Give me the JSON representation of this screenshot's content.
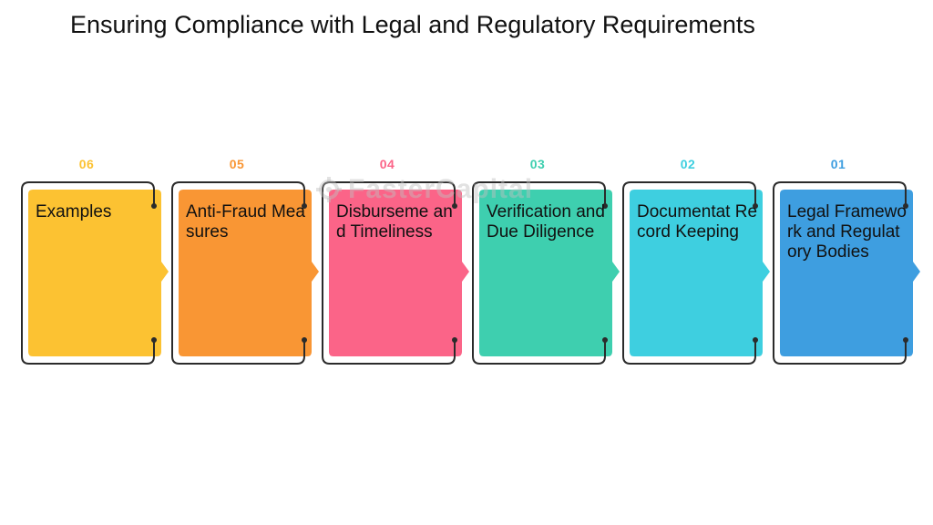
{
  "title": "Ensuring Compliance with Legal and Regulatory Requirements",
  "watermark": "FasterCapital",
  "steps": [
    {
      "number": "06",
      "label": "Examples",
      "color": "#FCC232"
    },
    {
      "number": "05",
      "label": "Anti-Fraud Measures",
      "color": "#F99634"
    },
    {
      "number": "04",
      "label": "Disburseme and Timeliness",
      "color": "#FB6488"
    },
    {
      "number": "03",
      "label": "Verification and Due Diligence",
      "color": "#3ECFAF"
    },
    {
      "number": "02",
      "label": "Documentat Record Keeping",
      "color": "#3ECFE0"
    },
    {
      "number": "01",
      "label": "Legal Framework and Regulatory Bodies",
      "color": "#3E9EE0"
    }
  ]
}
